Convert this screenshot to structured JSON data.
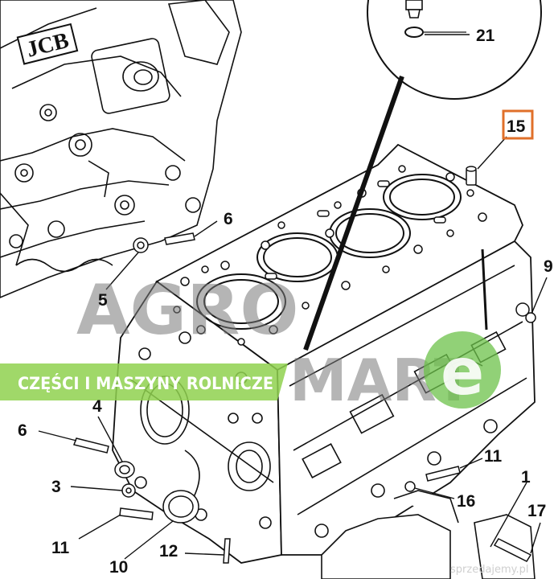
{
  "diagram": {
    "callouts": [
      {
        "id": "21",
        "label": "21"
      },
      {
        "id": "15",
        "label": "15",
        "highlighted": true
      },
      {
        "id": "6a",
        "label": "6"
      },
      {
        "id": "5",
        "label": "5"
      },
      {
        "id": "9",
        "label": "9"
      },
      {
        "id": "4",
        "label": "4"
      },
      {
        "id": "6b",
        "label": "6"
      },
      {
        "id": "3",
        "label": "3"
      },
      {
        "id": "11a",
        "label": "11"
      },
      {
        "id": "16",
        "label": "16"
      },
      {
        "id": "1",
        "label": "1"
      },
      {
        "id": "11b",
        "label": "11"
      },
      {
        "id": "10",
        "label": "10"
      },
      {
        "id": "12",
        "label": "12"
      },
      {
        "id": "17",
        "label": "17"
      }
    ],
    "engraving": "JCB",
    "highlight_color": "#e0702a"
  },
  "watermarks": {
    "brand_top": "AGRO",
    "brand_bottom": "MART",
    "brand_e": "e",
    "banner_text": "CZĘŚCI I MASZYNY ROLNICZE",
    "banner_color": "#8fd14f",
    "e_circle_color": "#6cc24a",
    "site_text": "sprzedajemy.pl"
  }
}
